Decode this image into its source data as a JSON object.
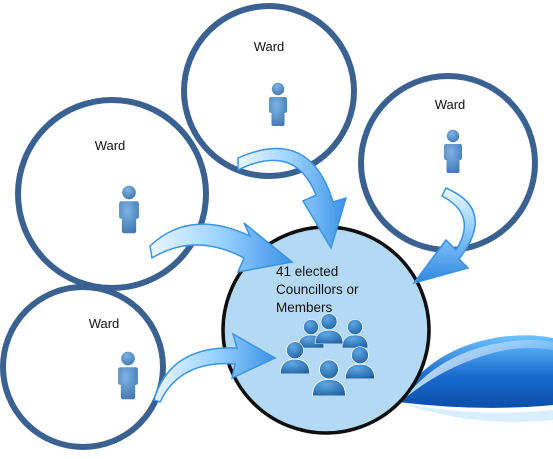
{
  "wards": [
    {
      "label": "Ward"
    },
    {
      "label": "Ward"
    },
    {
      "label": "Ward"
    },
    {
      "label": "Ward"
    }
  ],
  "center": {
    "lines": [
      "41 elected",
      "Councillors or",
      "Members"
    ]
  },
  "icons": {
    "ward_member": "person-icon",
    "council_group": "people-group-icon"
  },
  "colors": {
    "ring": "#3B6191",
    "ring_dark": "#2C4E7E",
    "center_fill": "#B4D9F5",
    "person": "#4A7FB5",
    "arrow_light": "#DFF2FF",
    "arrow_dark": "#2E86E0"
  }
}
